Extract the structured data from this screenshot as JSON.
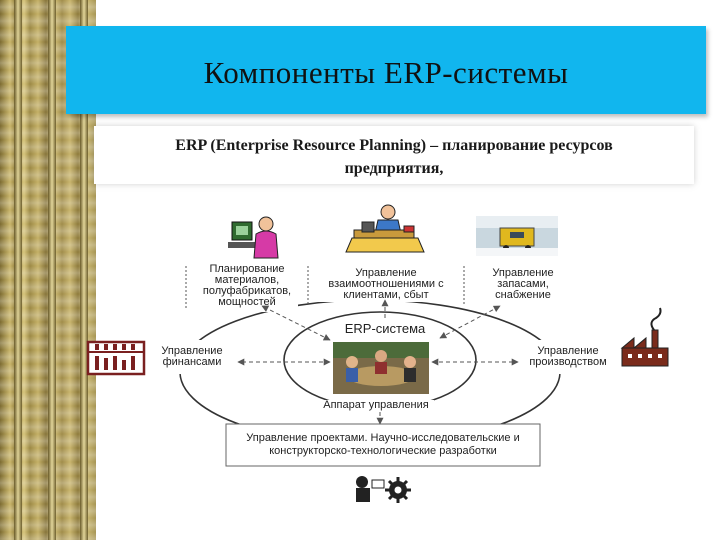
{
  "title": "Компоненты ERP-системы",
  "subtitle": {
    "line1": "ERP (Enterprise Resource Planning) – планирование ресурсов",
    "line2": "предприятия,"
  },
  "diagram": {
    "center_label": "ERP-система",
    "center_bottom_label": "Аппарат управления",
    "nodes": {
      "materials": [
        "Планирование",
        "материалов,",
        "полуфабрикатов,",
        "мощностей"
      ],
      "crm": [
        "Управление",
        "взаимоотношениями с",
        "клиентами, сбыт"
      ],
      "inventory": [
        "Управление",
        "запасами,",
        "снабжение"
      ],
      "finance": [
        "Управление",
        "финансами"
      ],
      "production": [
        "Управление",
        "производством"
      ],
      "projects": [
        "Управление проектами. Научно-исследовательские и",
        "конструкторско-технологические разработки"
      ]
    },
    "icons": {
      "materials": "worker-computer-icon",
      "crm": "office-desk-icon",
      "inventory": "truck-photo-icon",
      "finance": "abacus-icon",
      "production": "factory-icon",
      "projects": "engineer-gears-icon",
      "center": "meeting-photo-icon"
    },
    "colors": {
      "accent": "#11b6ee",
      "line": "#555555"
    }
  }
}
